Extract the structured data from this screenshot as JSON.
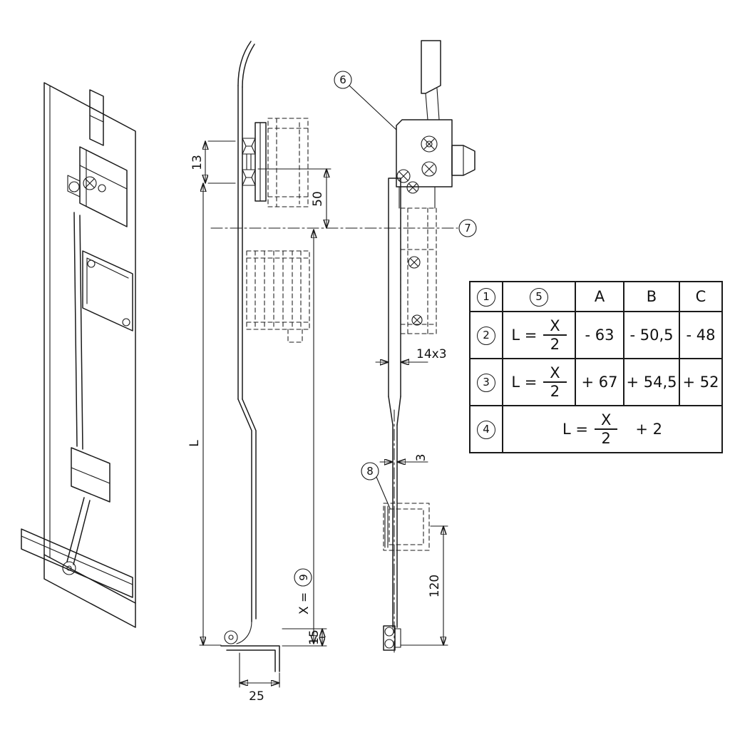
{
  "drawing": {
    "ink": "#1a1a1a",
    "callouts": {
      "c6": "6",
      "c7": "7",
      "c8": "8",
      "c9": "9"
    },
    "dims": {
      "d13": "13",
      "d50": "50",
      "dL": "L",
      "x_label": "X =",
      "d15": "15",
      "d25": "25",
      "d14x3": "14x3",
      "d3": "3",
      "d120": "120"
    }
  },
  "table": {
    "header": {
      "n": "1",
      "k": "5",
      "a": "A",
      "b": "B",
      "c": "C"
    },
    "rows": {
      "r2": {
        "n": "2",
        "l": "L =",
        "num": "X",
        "den": "2",
        "a": "- 63",
        "b": "- 50,5",
        "c": "- 48"
      },
      "r3": {
        "n": "3",
        "l": "L =",
        "num": "X",
        "den": "2",
        "a": "+ 67",
        "b": "+ 54,5",
        "c": "+ 52"
      },
      "r4": {
        "n": "4",
        "l": "L =",
        "num": "X",
        "den": "2",
        "suffix": "+ 2"
      }
    }
  }
}
